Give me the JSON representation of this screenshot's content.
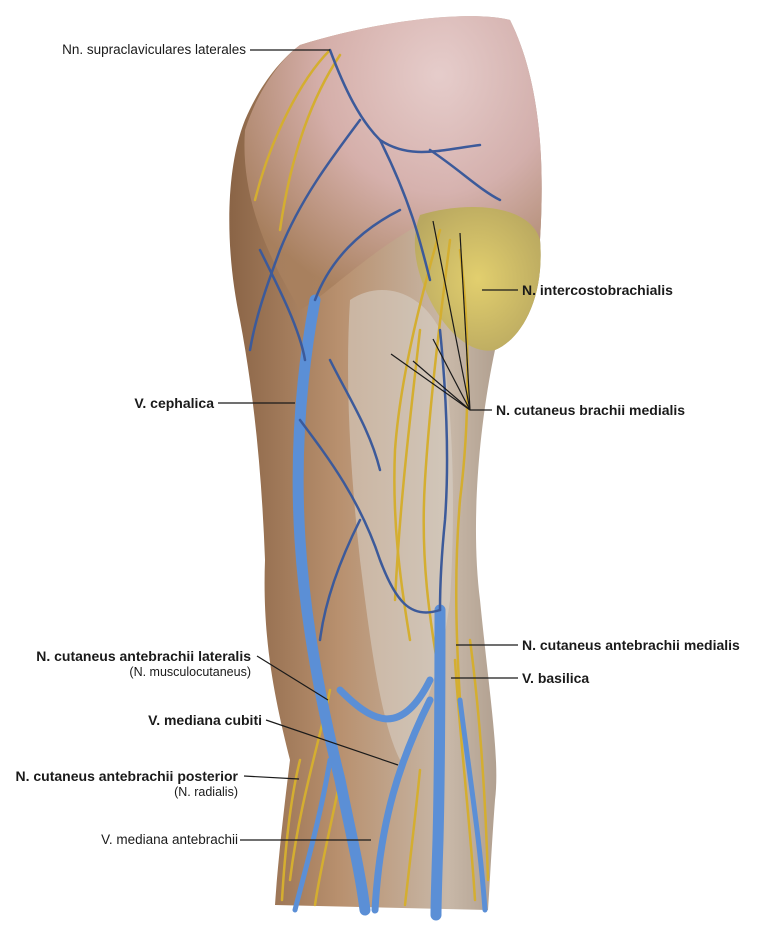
{
  "figure": {
    "subject": "Superficial veins and cutaneous nerves of the right upper arm, anterior view",
    "colors": {
      "background": "#ffffff",
      "skin_muscle": "#b08868",
      "fascia_pink": "#dcb4b4",
      "vein_blue": "#5b8fd6",
      "vein_dark": "#3c5a9a",
      "nerve_yellow": "#d9b43a",
      "fat_yellow": "#d8c46a",
      "label_line": "#1a1a1a"
    }
  },
  "labels": {
    "supraclav": {
      "text": "Nn. supraclaviculares laterales"
    },
    "intercosto": {
      "text": "N. intercostobrachialis"
    },
    "cephalica": {
      "text": "V. cephalica"
    },
    "brachii_med": {
      "text": "N. cutaneus brachii medialis"
    },
    "antebr_lat": {
      "text": "N. cutaneus antebrachii lateralis",
      "sub": "(N. musculocutaneus)"
    },
    "antebr_med": {
      "text": "N. cutaneus antebrachii medialis"
    },
    "basilica": {
      "text": "V. basilica"
    },
    "mediana_cubiti": {
      "text": "V. mediana cubiti"
    },
    "antebr_post": {
      "text": "N. cutaneus antebrachii posterior",
      "sub": "(N. radialis)"
    },
    "mediana_antebr": {
      "text": "V. mediana antebrachii"
    }
  }
}
